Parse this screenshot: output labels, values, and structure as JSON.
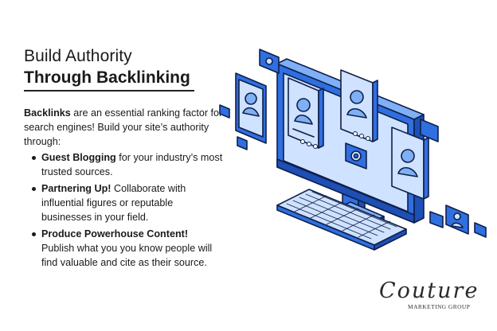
{
  "header": {
    "title_line1": "Build Authority",
    "title_line2": "Through Backlinking"
  },
  "intro": {
    "bold": "Backlinks",
    "text": " are an essential ranking factor for search engines! Build your site’s authority through:"
  },
  "points": [
    {
      "bold": "Guest Blogging",
      "text": " for your industry’s most trusted sources."
    },
    {
      "bold": "Partnering Up!",
      "text": " Collaborate with influential figures or reputable businesses in your field."
    },
    {
      "bold": "Produce Powerhouse Content!",
      "text": " Publish what you you know people will find valuable and cite as their source."
    }
  ],
  "logo": {
    "script": "Couture",
    "subtitle": "MARKETING GROUP"
  },
  "colors": {
    "primary_blue": "#2f6fe0",
    "light_blue": "#7fb0f5",
    "dark_navy": "#0f1f4a"
  },
  "illustration": {
    "icons": [
      "monitor-icon",
      "profile-card-icon",
      "keyboard-icon",
      "star-rating-icon",
      "target-icon",
      "user-icon",
      "eye-icon"
    ]
  }
}
